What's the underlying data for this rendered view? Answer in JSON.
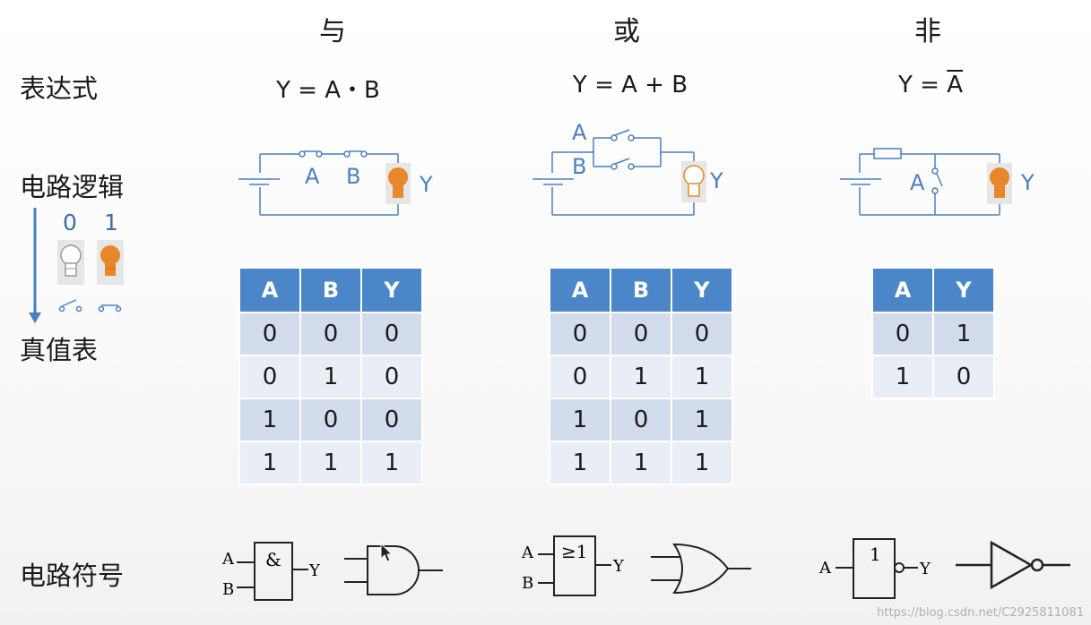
{
  "headers": {
    "and": "与",
    "or": "或",
    "not": "非"
  },
  "row_labels": {
    "expression": "表达式",
    "circuit": "电路逻辑",
    "truth": "真值表",
    "symbol": "电路符号"
  },
  "legend": {
    "off": "0",
    "on": "1"
  },
  "expressions": {
    "and": "Y = A・B",
    "or": "Y = A + B",
    "not_prefix": "Y = ",
    "not_var": "A"
  },
  "circuit_labels": {
    "a": "A",
    "b": "B",
    "y": "Y"
  },
  "tables": {
    "and": {
      "headers": [
        "A",
        "B",
        "Y"
      ],
      "rows": [
        [
          "0",
          "0",
          "0"
        ],
        [
          "0",
          "1",
          "0"
        ],
        [
          "1",
          "0",
          "0"
        ],
        [
          "1",
          "1",
          "1"
        ]
      ]
    },
    "or": {
      "headers": [
        "A",
        "B",
        "Y"
      ],
      "rows": [
        [
          "0",
          "0",
          "0"
        ],
        [
          "0",
          "1",
          "1"
        ],
        [
          "1",
          "0",
          "1"
        ],
        [
          "1",
          "1",
          "1"
        ]
      ]
    },
    "not": {
      "headers": [
        "A",
        "Y"
      ],
      "rows": [
        [
          "0",
          "1"
        ],
        [
          "1",
          "0"
        ]
      ]
    }
  },
  "symbols": {
    "and_box": "&",
    "or_box": "≥1",
    "not_box": "1",
    "a": "A",
    "b": "B",
    "y": "Y"
  },
  "watermark": "https://blog.csdn.net/C2925811081",
  "colors": {
    "accent": "#4a86c8",
    "bulb_on": "#e8862a",
    "wire": "#4a7fc0"
  }
}
